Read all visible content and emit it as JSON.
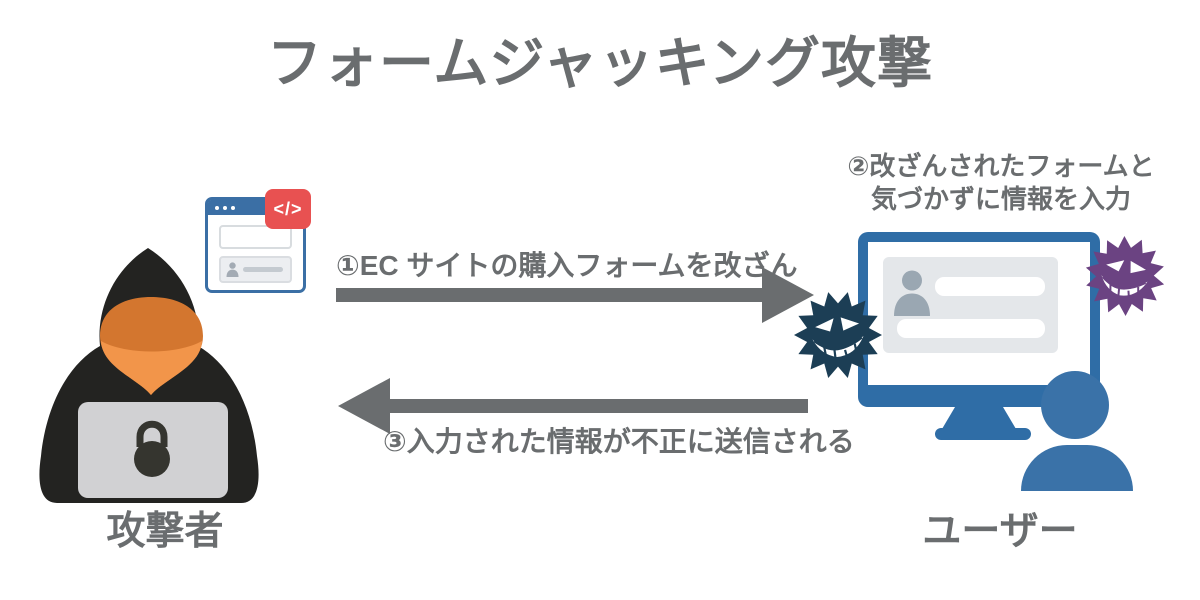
{
  "diagram": {
    "title": "フォームジャッキング攻撃",
    "attacker": {
      "label": "攻撃者"
    },
    "user": {
      "label": "ユーザー"
    },
    "browser_window": {
      "code_badge": "</>"
    },
    "flow": {
      "step1": "①EC サイトの購入フォームを改ざん",
      "step2_line1": "②改ざんされたフォームと",
      "step2_line2": "気づかずに情報を入力",
      "step3": "③入力された情報が不正に送信される"
    },
    "colors": {
      "text_gray": "#6a6d6f",
      "arrow_gray": "#6a6d6f",
      "blue": "#3a72a8",
      "monitor_blue": "#2f6da6",
      "browser_bar_blue": "#3b6fa5",
      "badge_red": "#e85151",
      "face_orange_dark": "#d3762f",
      "face_orange_light": "#f2954a",
      "hoodie_black": "#232321",
      "laptop_gray": "#d1d1d3",
      "virus_teal": "#1c3e55",
      "virus_purple": "#6b4382"
    }
  }
}
